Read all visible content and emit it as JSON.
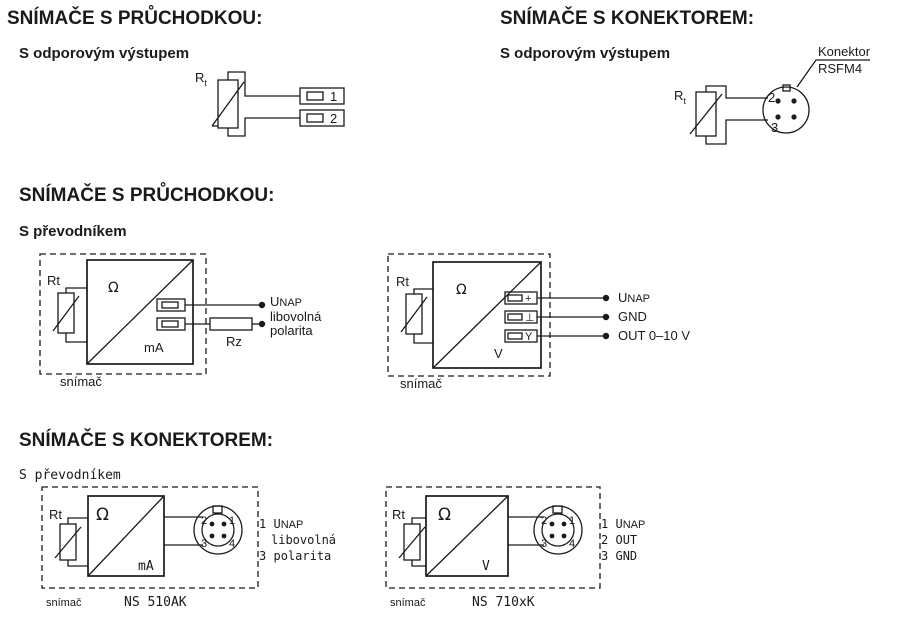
{
  "headings": {
    "passthrough_top": "SNÍMAČE S PRŮCHODKOU:",
    "connector_top": "SNÍMAČE S KONEKTOREM:",
    "passthrough_mid": "SNÍMAČE S PRŮCHODKOU:",
    "connector_bottom": "SNÍMAČE S KONEKTOREM:"
  },
  "subheadings": {
    "resistive_left": "S odporovým výstupem",
    "resistive_right": "S odporovým výstupem",
    "transmitter_mid": "S převodníkem",
    "transmitter_bottom": "S převodníkem"
  },
  "resistive_passthrough": {
    "sensor_label": "R",
    "sensor_sub": "t",
    "terminals": [
      "1",
      "2"
    ]
  },
  "resistive_connector": {
    "sensor_label": "R",
    "sensor_sub": "t",
    "connector_name": "Konektor",
    "connector_model": "RSFM4",
    "pins": [
      "2",
      "3"
    ]
  },
  "transmitter_ma": {
    "sensor_label": "Rt",
    "omega": "Ω",
    "output_unit": "mA",
    "supply_big": "U",
    "supply_small": "NAP",
    "polarity_line1": "libovolná",
    "polarity_line2": "polarita",
    "load_resistor": "Rz",
    "sensor_caption": "snímač"
  },
  "transmitter_v": {
    "sensor_label": "Rt",
    "omega": "Ω",
    "output_unit": "V",
    "terminal_symbols": [
      "+",
      "⊥",
      "Y"
    ],
    "supply_big": "U",
    "supply_small": "NAP",
    "gnd_label": "GND",
    "out_label": "OUT 0–10 V",
    "sensor_caption": "snímač"
  },
  "connector_ma": {
    "sensor_label": "Rt",
    "omega": "Ω",
    "output_unit": "mA",
    "pins": [
      "2",
      "1",
      "3",
      "4"
    ],
    "line1_num": "1",
    "line1_big": "U",
    "line1_small": "NAP",
    "line2": "libovolná",
    "line3_num": "3",
    "line3": "polarita",
    "sensor_caption": "snímač",
    "model": "NS 510AK"
  },
  "connector_v": {
    "sensor_label": "Rt",
    "omega": "Ω",
    "output_unit": "V",
    "pins": [
      "2",
      "1",
      "3",
      "4"
    ],
    "line1_num": "1",
    "line1_big": "U",
    "line1_small": "NAP",
    "line2_num": "2",
    "line2": "OUT",
    "line3_num": "3",
    "line3": "GND",
    "sensor_caption": "snímač",
    "model": "NS 710xK"
  }
}
